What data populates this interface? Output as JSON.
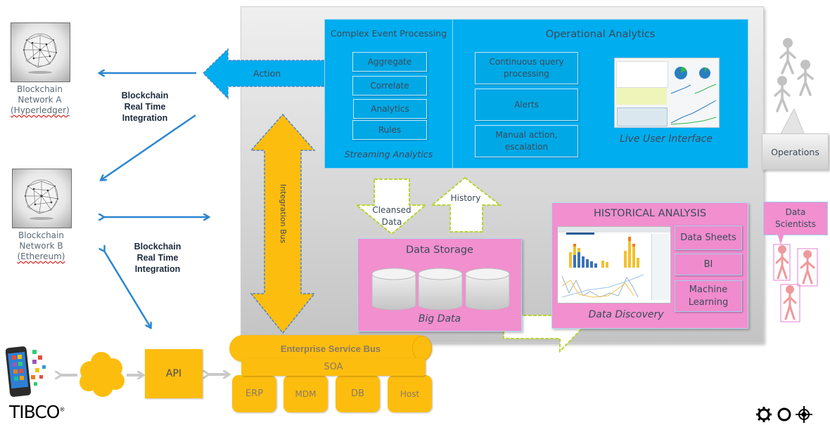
{
  "blockchain_a": {
    "line1": "Blockchain",
    "line2": "Network A",
    "line3": "(Hyperledger)"
  },
  "blockchain_b": {
    "line1": "Blockchain",
    "line2": "Network B",
    "line3": "(Ethereum)"
  },
  "integration_label_top": {
    "line1": "Blockchain",
    "line2": "Real Time",
    "line3": "Integration"
  },
  "integration_label_bottom": {
    "line1": "Blockchain",
    "line2": "Real Time",
    "line3": "Integration"
  },
  "action_arrow": "Action",
  "integration_bus": "Integration Bus",
  "cep": {
    "title": "Complex Event Processing",
    "items": [
      "Aggregate",
      "Correlate",
      "Analytics",
      "Rules"
    ],
    "footer": "Streaming Analytics"
  },
  "operational": {
    "title": "Operational Analytics",
    "items": [
      "Continuous query processing",
      "Alerts",
      "Manual action, escalation"
    ],
    "ui_caption": "Live User Interface"
  },
  "operations_callout": "Operations",
  "flow": {
    "cleansed": "Cleansed Data",
    "history": "History"
  },
  "storage": {
    "title": "Data Storage",
    "caption": "Big Data"
  },
  "historical": {
    "title": "HISTORICAL ANALYSIS",
    "items": [
      "Data Sheets",
      "BI",
      "Machine Learning"
    ],
    "caption": "Data Discovery"
  },
  "data_scientists_callout": "Data Scientists",
  "esb": {
    "title": "Enterprise Service Bus",
    "soa": "SOA",
    "systems": [
      "ERP",
      "MDM",
      "DB",
      "Host"
    ]
  },
  "api": "API",
  "brand": "TIBCO",
  "colors": {
    "blue": "#00adee",
    "pink": "#f18fcf",
    "yellow": "#fdbd0f",
    "arrow_blue": "#2a86d1",
    "dash_green": "#b5d334"
  }
}
